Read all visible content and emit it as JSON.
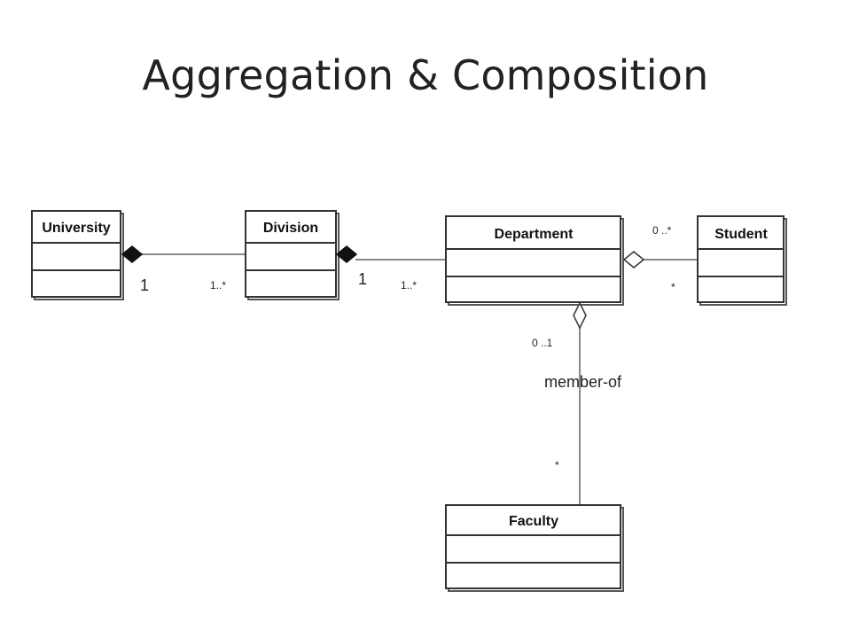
{
  "title": "Aggregation & Composition",
  "classes": {
    "university": "University",
    "division": "Division",
    "department": "Department",
    "student": "Student",
    "faculty": "Faculty"
  },
  "associations": {
    "university_division": {
      "type": "composition",
      "whole_multiplicity": "1",
      "part_multiplicity": "1..*"
    },
    "division_department": {
      "type": "composition",
      "whole_multiplicity": "1",
      "part_multiplicity": "1..*"
    },
    "department_student": {
      "type": "aggregation",
      "top_multiplicity": "0 ..*",
      "bottom_multiplicity": "*"
    },
    "department_faculty": {
      "type": "aggregation",
      "department_multiplicity": "0 ..1",
      "role": "member-of",
      "faculty_multiplicity": "*"
    }
  },
  "colors": {
    "line": "#888888",
    "box_stroke": "#333333",
    "text": "#222222"
  }
}
